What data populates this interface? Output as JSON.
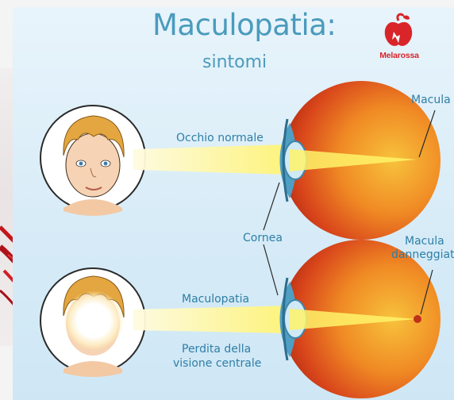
{
  "title": "Maculopatia:",
  "subtitle": "sintomi",
  "brand": "Melarossa",
  "labels": {
    "normal_eye": "Occhio normale",
    "macula": "Macula",
    "cornea": "Cornea",
    "damaged_macula_line1": "Macula",
    "damaged_macula_line2": "danneggiata",
    "maculopathy": "Maculopatia",
    "loss_line1": "Perdita della",
    "loss_line2": "visione centrale"
  },
  "colors": {
    "title_blue": "#4a9bbd",
    "label_blue": "#2f7fa6",
    "brand_red": "#d9252a"
  }
}
